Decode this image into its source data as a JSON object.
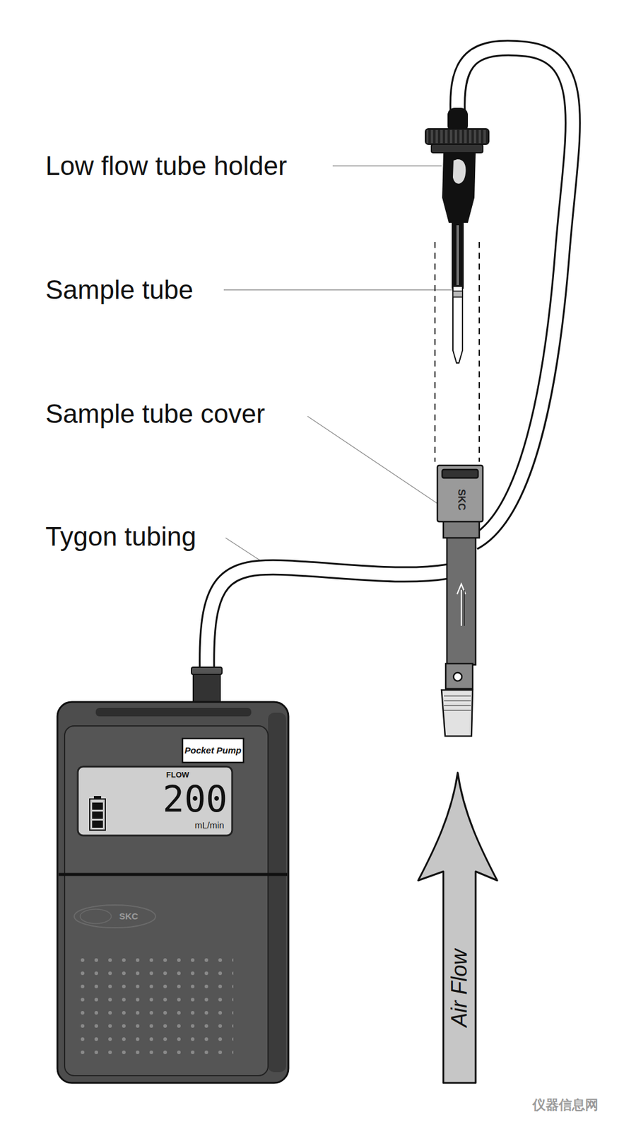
{
  "diagram": {
    "labels": [
      "Low flow tube holder",
      "Sample tube",
      "Sample tube cover",
      "Tygon tubing",
      "Pocket Pump",
      "FLOW",
      "200",
      "mL/min",
      "SKC",
      "SKC",
      "Air Flow",
      "仪器信息网"
    ]
  }
}
